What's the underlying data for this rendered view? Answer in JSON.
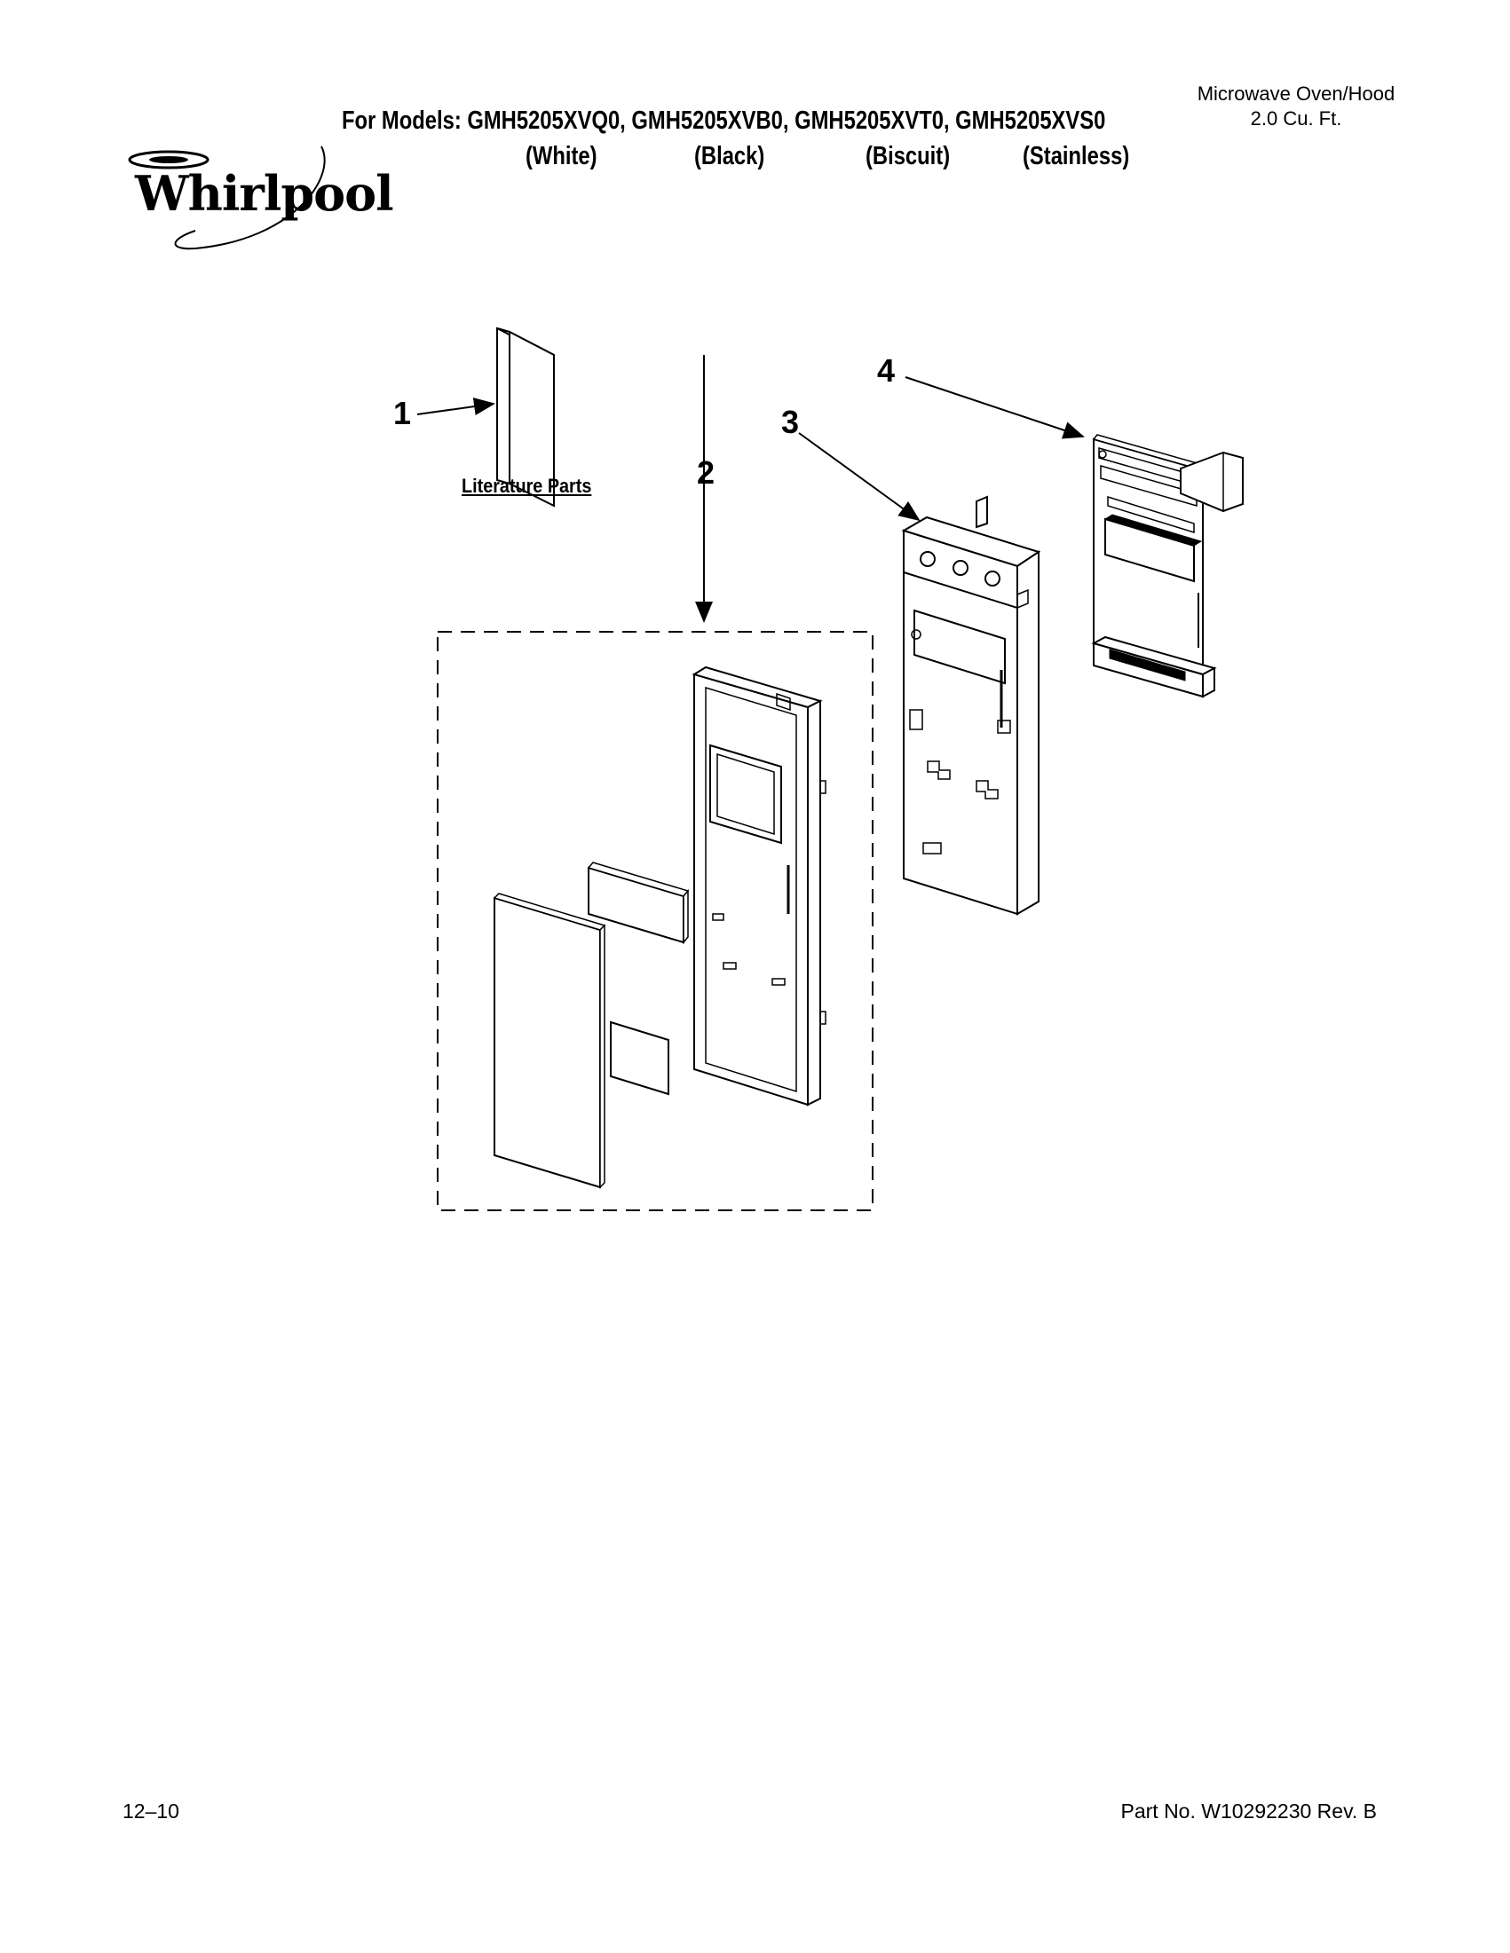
{
  "header": {
    "product_type_line1": "Microwave Oven/Hood",
    "product_type_line2": "2.0 Cu. Ft.",
    "models_label": "For Models: GMH5205XVQ0, GMH5205XVB0, GMH5205XVT0, GMH5205XVS0",
    "colors": [
      "(White)",
      "(Black)",
      "(Biscuit)",
      "(Stainless)"
    ]
  },
  "brand": {
    "name": "Whirlpool"
  },
  "diagram": {
    "callouts": [
      "1",
      "2",
      "3",
      "4"
    ],
    "literature_label": "Literature Parts"
  },
  "footer": {
    "date_code": "12–10",
    "part_number": "Part No. W10292230 Rev. B"
  },
  "colors": {
    "ink": "#000000",
    "background": "#ffffff"
  }
}
